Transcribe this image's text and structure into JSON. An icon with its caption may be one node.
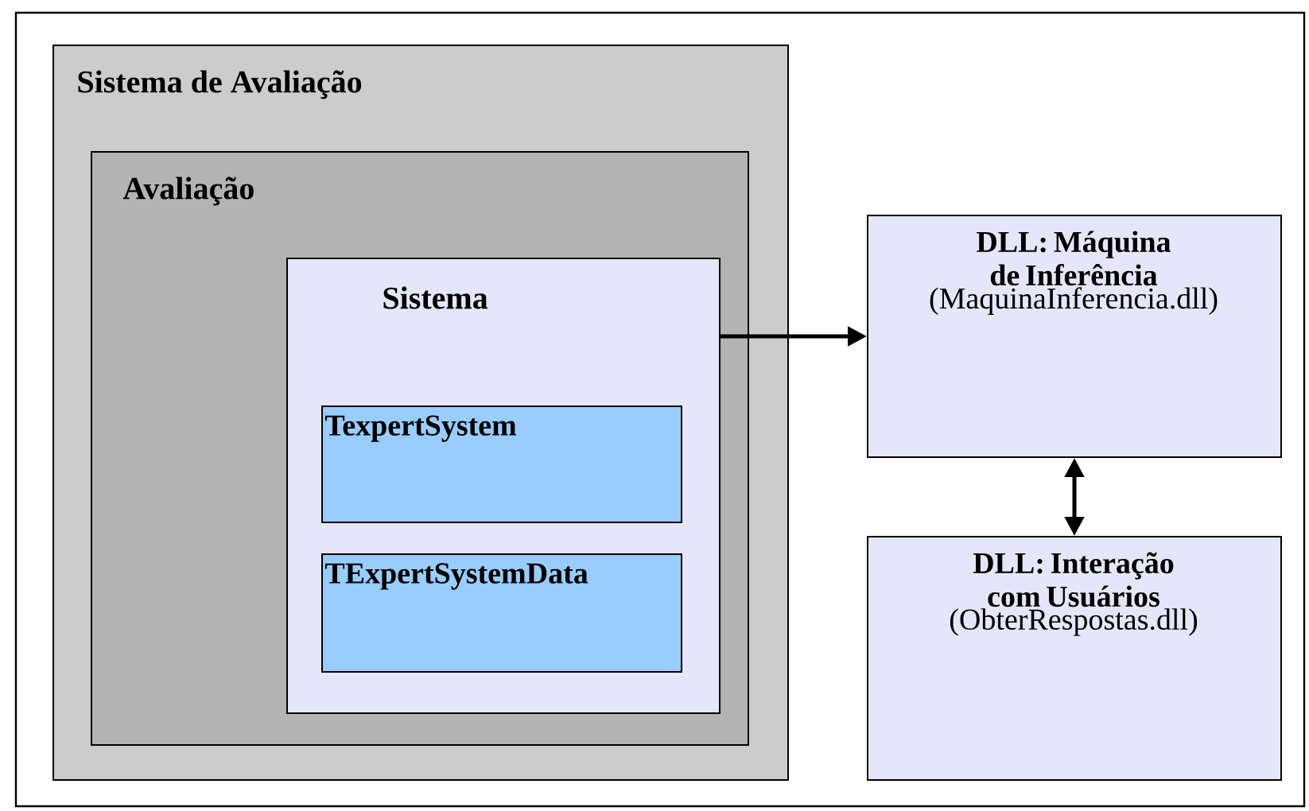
{
  "diagram": {
    "nodes": [
      {
        "text": [
          "Sistema de Avaliação"
        ]
      },
      {
        "text": [
          "Avaliação"
        ],
        "in": 0
      },
      {
        "text": [
          "Sistema"
        ],
        "in": 1
      },
      {
        "text": [
          "TexpertSystem"
        ],
        "in": 2
      },
      {
        "text": [
          "TExpertSystemData"
        ],
        "in": 2
      },
      {
        "text": [
          "DLL: Máquina de Inferência",
          "(MaquinaInferencia.dll)"
        ]
      },
      {
        "text": [
          "DLL: Interação com Usuários",
          "(ObterRespostas.dll)"
        ]
      }
    ],
    "edges": [
      {
        "from": 2,
        "to": 5,
        "arrow": "to"
      },
      {
        "from": 5,
        "to": 6,
        "arrow": "both"
      }
    ]
  }
}
